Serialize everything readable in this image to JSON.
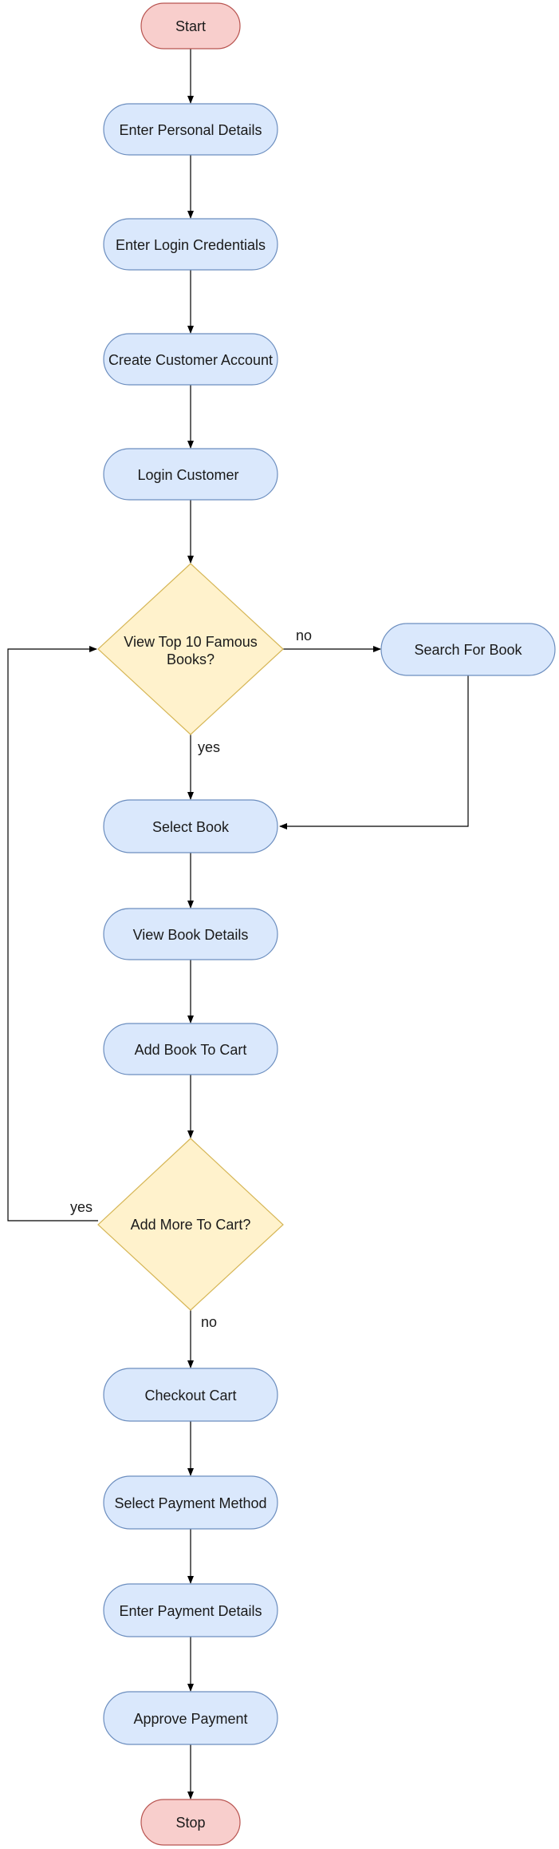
{
  "colors": {
    "terminal_fill": "#f8cecc",
    "terminal_stroke": "#b85450",
    "process_fill": "#dae8fc",
    "process_stroke": "#6c8ebf",
    "decision_fill": "#fff2cc",
    "decision_stroke": "#d6b656",
    "line": "#000000"
  },
  "nodes": {
    "start": "Start",
    "enter_personal_details": "Enter Personal Details",
    "enter_login_credentials": "Enter Login Credentials",
    "create_customer_account": "Create Customer Account",
    "login_customer": "Login Customer",
    "view_top_10_line1": "View Top 10 Famous",
    "view_top_10_line2": "Books?",
    "search_for_book": "Search For Book",
    "select_book": "Select Book",
    "view_book_details": "View Book Details",
    "add_book_to_cart": "Add Book To Cart",
    "add_more_to_cart": "Add More To Cart?",
    "checkout_cart": "Checkout Cart",
    "select_payment_method": "Select Payment Method",
    "enter_payment_details": "Enter Payment Details",
    "approve_payment": "Approve Payment",
    "stop": "Stop"
  },
  "edge_labels": {
    "top10_no": "no",
    "top10_yes": "yes",
    "more_yes": "yes",
    "more_no": "no"
  }
}
